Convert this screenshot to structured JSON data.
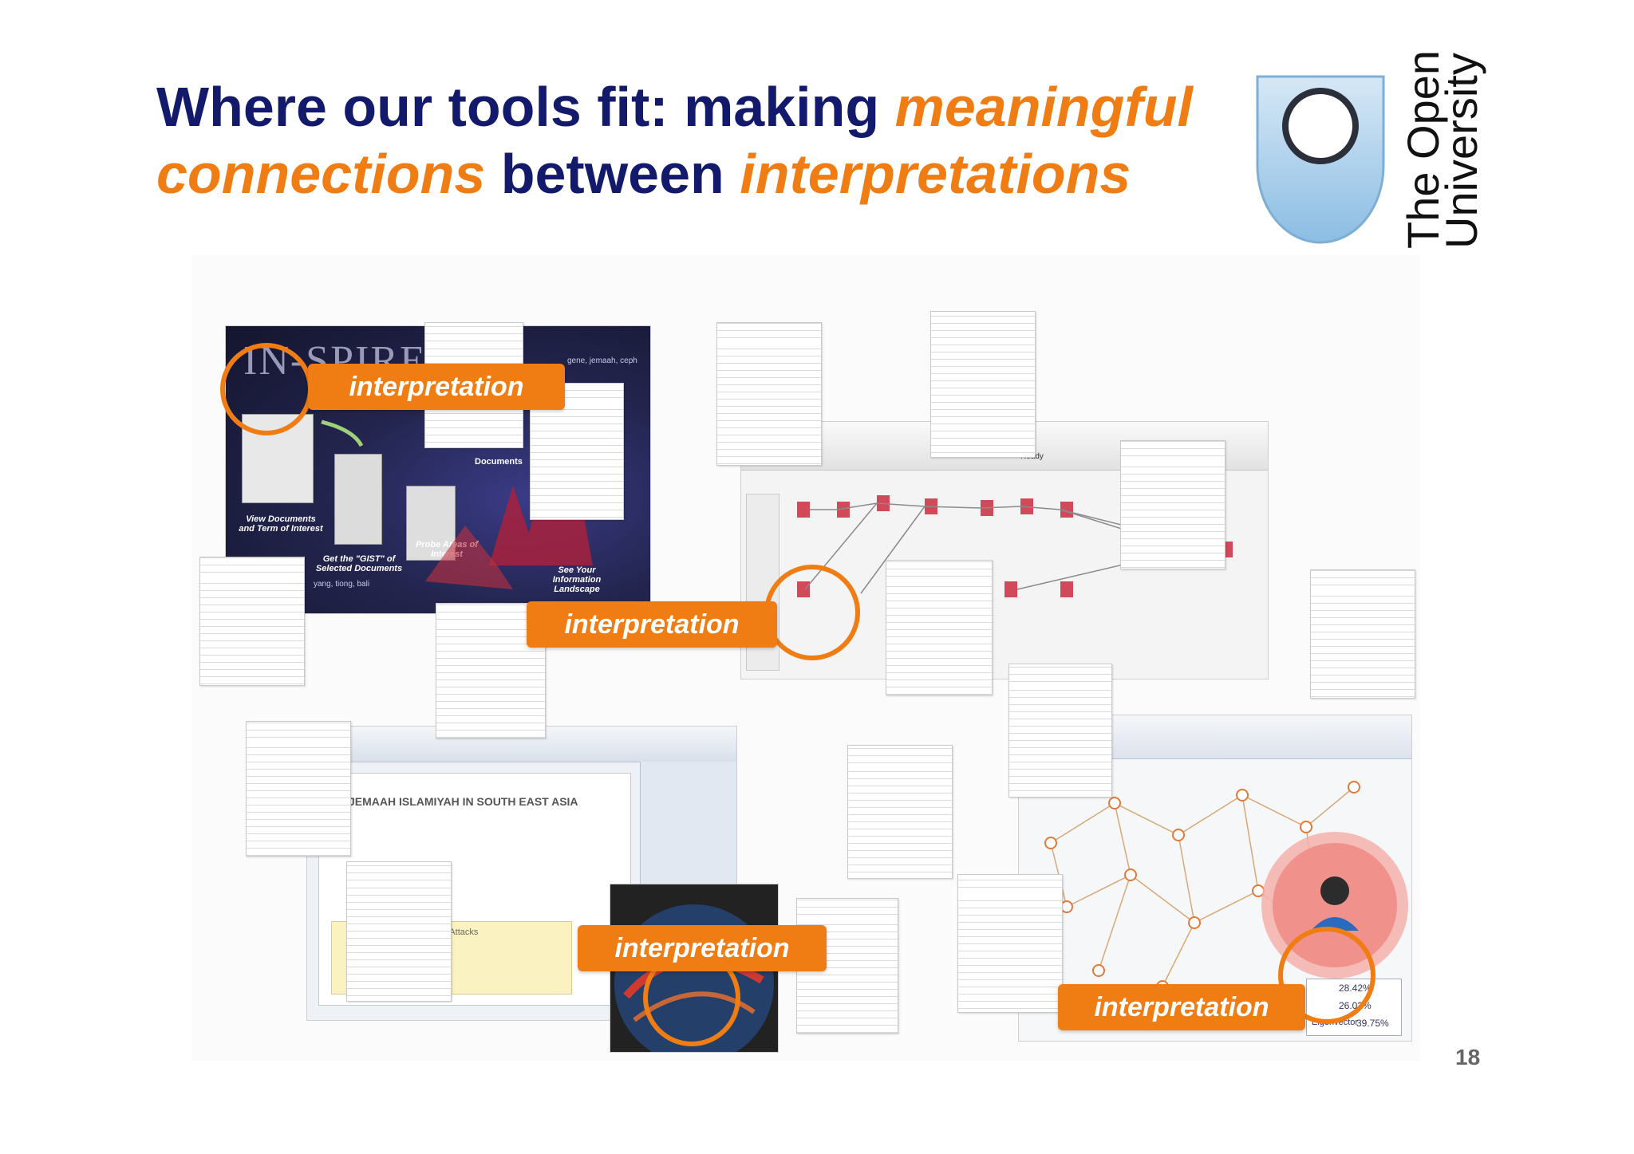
{
  "slide": {
    "title": {
      "part1": "Where our tools fit: making ",
      "part2": "meaningful",
      "part3": "connections",
      "part4": " between ",
      "part5": "interpretations"
    },
    "page_number": "18"
  },
  "logo": {
    "line1": "The Open",
    "line2": "University"
  },
  "labels": {
    "top_left": "interpretation",
    "center": "interpretation",
    "bottom_center": "interpretation",
    "bottom_right": "interpretation"
  },
  "inspire": {
    "title": "IN-SPIRE",
    "view_documents": "View Documents and Term of Interest",
    "gist": "Get the \"GIST\" of Selected Documents",
    "probe": "Probe Areas of Interest",
    "see_your": "See Your Information Landscape",
    "documents": "Documents",
    "terms": "gene, jemaah, ceph",
    "terms2": "yang, tiong, bali"
  },
  "analyst": {
    "heading": "JEMAAH ISLAMIYAH IN SOUTH EAST ASIA",
    "timeline": "Timeline of Bombing Attacks"
  },
  "workflow": {
    "status": "Ready"
  },
  "network": {
    "stats": [
      "28.42%",
      "26.02%",
      "39.75%"
    ],
    "eigen": "Eigenvector"
  },
  "colors": {
    "navy": "#131a6b",
    "orange": "#f07d14",
    "ou_blue": "#a9cde8"
  }
}
